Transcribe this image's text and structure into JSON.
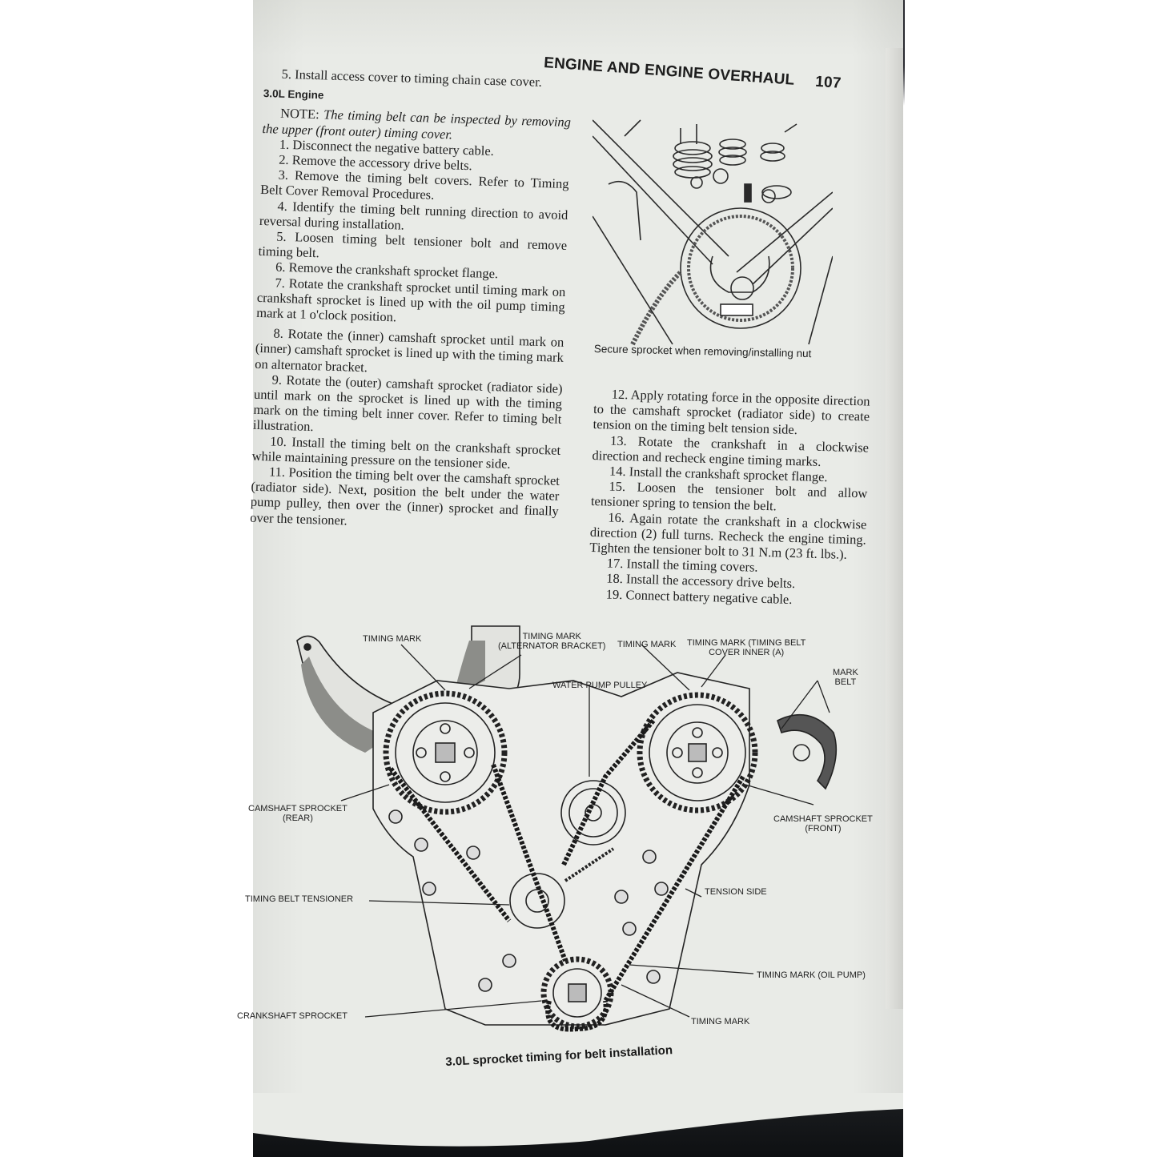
{
  "page": {
    "running_header": "ENGINE AND ENGINE OVERHAUL",
    "page_number": "107"
  },
  "left_column": {
    "prev_step_5": "5. Install access cover to timing chain case cover.",
    "section_heading": "3.0L Engine",
    "note_label": "NOTE:",
    "note_text": "The timing belt can be inspected by removing the upper (front outer) timing cover.",
    "steps": [
      "1. Disconnect the negative battery cable.",
      "2. Remove the accessory drive belts.",
      "3. Remove the timing belt covers. Refer to Timing Belt Cover Removal Procedures.",
      "4. Identify the timing belt running direction to avoid reversal during installation.",
      "5. Loosen timing belt tensioner bolt and remove timing belt.",
      "6. Remove the crankshaft sprocket flange.",
      "7. Rotate the crankshaft sprocket until timing mark on crankshaft sprocket is lined up with the oil pump timing mark at 1 o'clock position.",
      "8. Rotate the (inner) camshaft sprocket until mark on (inner) camshaft sprocket is lined up with the timing mark on alternator bracket.",
      "9. Rotate the (outer) camshaft sprocket (radiator side) until mark on the sprocket is lined up with the timing mark on the timing belt inner cover. Refer to timing belt illustration.",
      "10. Install the timing belt on the crankshaft sprocket while maintaining pressure on the tensioner side.",
      "11. Position the timing belt over the camshaft sprocket (radiator side). Next, position the belt under the water pump pulley, then over the (inner) sprocket and finally over the tensioner."
    ]
  },
  "right_column": {
    "figure1_caption": "Secure sprocket when removing/installing nut",
    "steps": [
      "12. Apply rotating force in the opposite direction to the camshaft sprocket (radiator side) to create tension on the timing belt tension side.",
      "13. Rotate the crankshaft in a clockwise direction and recheck engine timing marks.",
      "14. Install the crankshaft sprocket flange.",
      "15. Loosen the tensioner bolt and allow tensioner spring to tension the belt.",
      "16. Again rotate the crankshaft in a clockwise direction (2) full turns. Recheck the engine timing. Tighten the tensioner bolt to 31 N.m (23 ft. lbs.).",
      "17. Install the timing covers.",
      "18. Install the accessory drive belts.",
      "19. Connect battery negative cable."
    ]
  },
  "figure2": {
    "caption": "3.0L sprocket timing for belt installation",
    "labels": {
      "timing_mark_left": "TIMING MARK",
      "timing_mark_alt_1": "TIMING MARK",
      "timing_mark_alt_2": "(ALTERNATOR BRACKET)",
      "water_pump_pulley": "WATER PUMP PULLEY",
      "timing_mark_right": "TIMING MARK",
      "timing_mark_cover_1": "TIMING MARK (TIMING BELT",
      "timing_mark_cover_2": "COVER INNER (A)",
      "mark_belt_1": "MARK",
      "mark_belt_2": "BELT",
      "cam_rear_1": "CAMSHAFT SPROCKET",
      "cam_rear_2": "(REAR)",
      "cam_front_1": "CAMSHAFT SPROCKET",
      "cam_front_2": "(FRONT)",
      "belt_tensioner": "TIMING BELT TENSIONER",
      "tension_side": "TENSION SIDE",
      "timing_mark_oil_pump": "TIMING MARK (OIL PUMP)",
      "crankshaft_sprocket": "CRANKSHAFT SPROCKET",
      "timing_mark_bottom": "TIMING MARK"
    }
  }
}
